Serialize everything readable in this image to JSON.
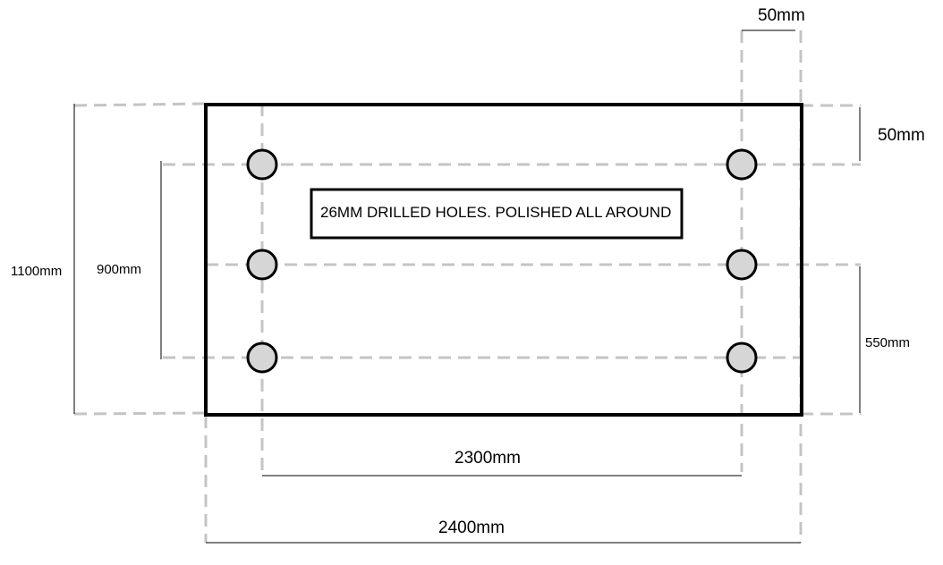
{
  "note": "26MM DRILLED HOLES. POLISHED ALL AROUND",
  "dimensions": {
    "overall_height": "1100mm",
    "hole_span_vertical": "900mm",
    "hole_span_horizontal": "2300mm",
    "overall_width": "2400mm",
    "edge_offset_top": "50mm",
    "edge_offset_right": "50mm",
    "lower_spacing": "550mm"
  },
  "colors": {
    "outline": "#000000",
    "guide_line": "#c4c4c4",
    "hole_fill": "#d6d6d6"
  },
  "holes": [
    {
      "id": "top-left"
    },
    {
      "id": "middle-left"
    },
    {
      "id": "bottom-left"
    },
    {
      "id": "top-right"
    },
    {
      "id": "middle-right"
    },
    {
      "id": "bottom-right"
    }
  ]
}
